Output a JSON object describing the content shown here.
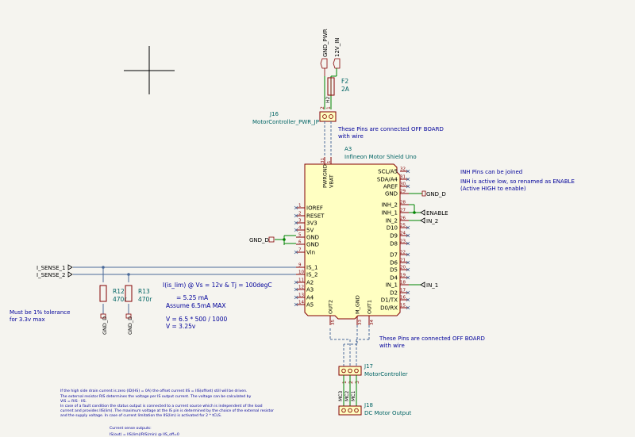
{
  "colors": {
    "background": "#f5f4ef",
    "wire": "#008400",
    "bus_dashed": "#4a6a9a",
    "symbol_body": "#840000",
    "symbol_fill": "#ffffc2",
    "pin": "#840000",
    "pin_text": "#000000",
    "ref_text": "#006464",
    "note_text": "#00009a",
    "net_label": "#000000",
    "cursor": "#000000"
  },
  "power_flags": {
    "gnd_pwr": "GND_PWR",
    "v12_in": "12V_IN"
  },
  "fuse": {
    "ref": "F2",
    "value": "2A"
  },
  "j16": {
    "ref": "J16",
    "value": "MotorController_PWR_JP",
    "pin1": "1",
    "pin2": "2",
    "pin_h2_label": "H2"
  },
  "notes": {
    "offboard_top_1": "These Pins are connected OFF BOARD",
    "offboard_top_2": "with wire",
    "inh_1": "INH Pins can be joined",
    "inh_2": "INH is active low, so renamed as ENABLE",
    "inh_3": "(Active HIGH to enable)",
    "tolerance_1": "Must be 1% tolerance",
    "tolerance_2": "for 3.3v max",
    "calc_1": "I(is_lim) @ Vs = 12v & Tj = 100degC",
    "calc_2": "= 5.25 mA",
    "calc_3": "Assume 6.5mA MAX",
    "calc_4": "V = 6.5 * 500 / 1000",
    "calc_5": "V = 3.25v",
    "offboard_bottom_1": "These Pins are connected OFF BOARD",
    "offboard_bottom_2": "with wire",
    "fine_1": "If the high side drain current is zero (ID(HS) = 0A) the offset current IIS = IIS(offset) still will be driven.",
    "fine_2": "The external resistor RIS determines the voltage per IS output current. The voltage can be calculated by",
    "fine_3": "VIS = RIS · IIS.",
    "fine_4": "In case of a fault condition the status output is connected to a current source which is independent of the load",
    "fine_5": "current and provides IIS(lim). The maximum voltage at the IS pin is determined by the choice of the external resistor",
    "fine_6": "and the supply voltage. In case of current limitation the IIS(lim) is activated for 2 * tCLS.",
    "fine_7": "Current sense outputs:",
    "fine_8": "IS(out) = IIS(lim)/RIS(min) @ IIS_off=0"
  },
  "a3": {
    "ref": "A3",
    "value": "Infineon Motor Shield Uno",
    "top_pins": [
      {
        "num": "31",
        "name": "PWRGND"
      },
      {
        "num": "1",
        "name": "VBAT"
      }
    ],
    "left_pins": [
      {
        "num": "1",
        "name": "IOREF"
      },
      {
        "num": "2",
        "name": "RESET"
      },
      {
        "num": "3",
        "name": "3V3"
      },
      {
        "num": "4",
        "name": "5V"
      },
      {
        "num": "5",
        "name": "GND"
      },
      {
        "num": "6",
        "name": "GND"
      },
      {
        "num": "7",
        "name": "Vin"
      },
      {
        "num": "9",
        "name": "IS_1"
      },
      {
        "num": "10",
        "name": "IS_2"
      },
      {
        "num": "11",
        "name": "A2"
      },
      {
        "num": "12",
        "name": "A3"
      },
      {
        "num": "13",
        "name": "A4"
      },
      {
        "num": "14",
        "name": "A5"
      }
    ],
    "right_pins": [
      {
        "num": "32",
        "name": "SCL/A5"
      },
      {
        "num": "31",
        "name": "SDA/A4"
      },
      {
        "num": "30",
        "name": "AREF"
      },
      {
        "num": "29",
        "name": "GND"
      },
      {
        "num": "28",
        "name": "INH_2"
      },
      {
        "num": "27",
        "name": "INH_1"
      },
      {
        "num": "26",
        "name": "IN_2"
      },
      {
        "num": "25",
        "name": "D10"
      },
      {
        "num": "24",
        "name": "D9"
      },
      {
        "num": "23",
        "name": "D8"
      },
      {
        "num": "22",
        "name": "D7"
      },
      {
        "num": "21",
        "name": "D6"
      },
      {
        "num": "20",
        "name": "D5"
      },
      {
        "num": "19",
        "name": "D4"
      },
      {
        "num": "18",
        "name": "IN_1"
      },
      {
        "num": "17",
        "name": "D2"
      },
      {
        "num": "16",
        "name": "D1/TX"
      },
      {
        "num": "15",
        "name": "D0/RX"
      }
    ],
    "bottom_pins": [
      {
        "num": "35",
        "name": "OUT2"
      },
      {
        "num": "33",
        "name": "M_GND"
      },
      {
        "num": "34",
        "name": "OUT1"
      }
    ]
  },
  "net_labels": {
    "gnd_d_right": "GND_D",
    "enable": "ENABLE",
    "in_2": "IN_2",
    "in_1": "IN_1",
    "gnd_d_left": "GND_D",
    "i_sense_1": "I_SENSE_1",
    "i_sense_2": "I_SENSE_2",
    "gnd_d_r12": "GND_D",
    "gnd_d_r13": "GND_D"
  },
  "r12": {
    "ref": "R12",
    "value": "470r"
  },
  "r13": {
    "ref": "R13",
    "value": "470r"
  },
  "j17": {
    "ref": "J17",
    "value": "MotorController",
    "pins": [
      "1",
      "2",
      "3"
    ]
  },
  "j18": {
    "ref": "J18",
    "value": "DC Motor Output",
    "wire_labels": [
      "MC3",
      "MC2",
      "MC1"
    ]
  }
}
